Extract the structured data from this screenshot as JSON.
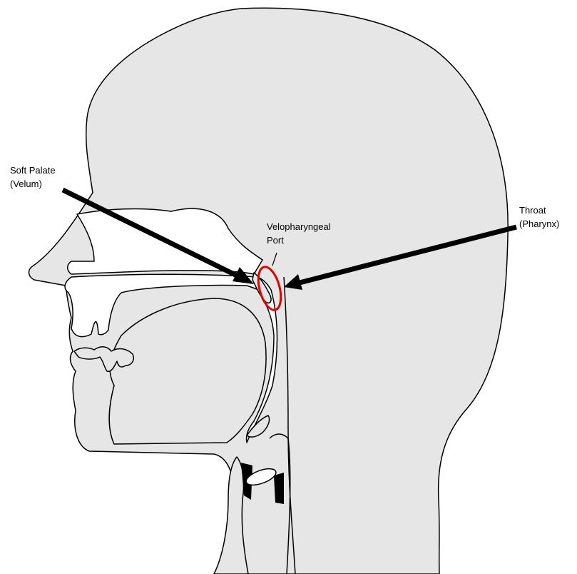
{
  "labels": {
    "soft_palate": [
      "Soft Palate",
      "(Velum)"
    ],
    "velopharyngeal": [
      "Velopharyngeal",
      "Port"
    ],
    "throat": [
      "Throat",
      "(Pharynx)"
    ]
  },
  "colors": {
    "tissue_fill": "#e6e6e6",
    "outline": "#000000",
    "arrow": "#000000",
    "highlight": "#e00000"
  }
}
